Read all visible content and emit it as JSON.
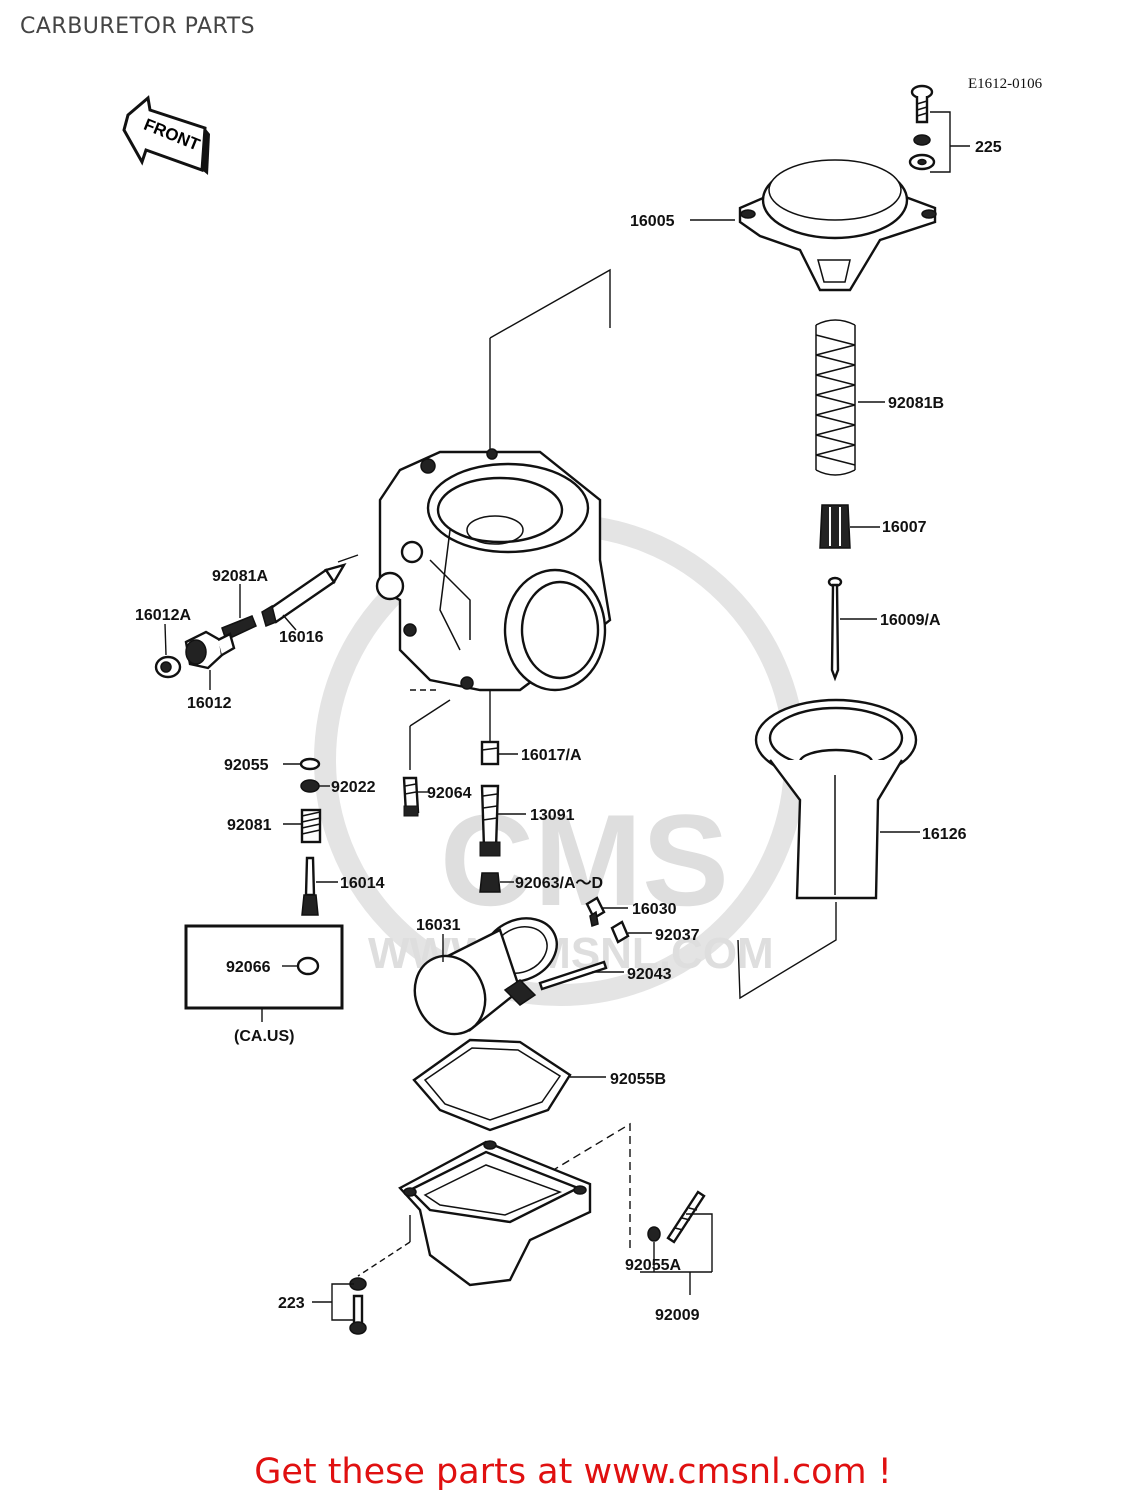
{
  "page_title": "CARBURETOR PARTS",
  "diagram_code": "E1612-0106",
  "front_arrow": "FRONT",
  "watermark": {
    "logo": "CMS",
    "site": "WWW.CMSNL.COM"
  },
  "ca_us_note": "(CA.US)",
  "promo_text": "Get these parts at www.cmsnl.com !",
  "part_labels": {
    "p225": "225",
    "p16005": "16005",
    "p92081B": "92081B",
    "p16007": "16007",
    "p16009A": "16009/A",
    "p16126": "16126",
    "p92081A": "92081A",
    "p16012A": "16012A",
    "p16016": "16016",
    "p16012": "16012",
    "p92055": "92055",
    "p92022": "92022",
    "p92064": "92064",
    "p16017A": "16017/A",
    "p92081": "92081",
    "p13091": "13091",
    "p16014": "16014",
    "p92063": "92063/A～D",
    "p16030": "16030",
    "p16031": "16031",
    "p92037": "92037",
    "p92066": "92066",
    "p92043": "92043",
    "p92055B": "92055B",
    "p223": "223",
    "p92055A": "92055A",
    "p92009": "92009"
  }
}
